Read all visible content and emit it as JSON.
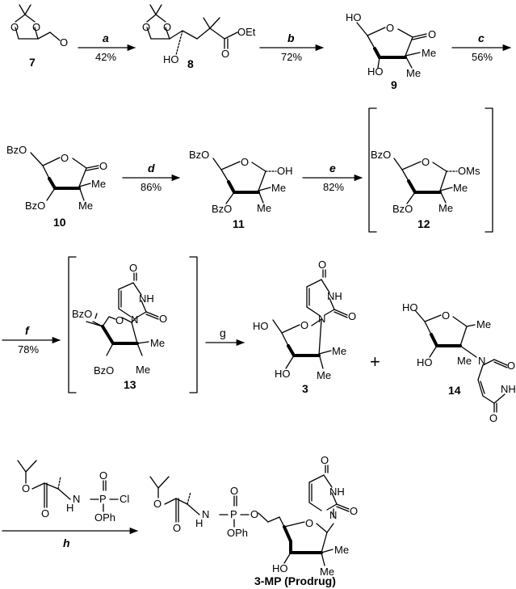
{
  "compounds": [
    {
      "id": "c7",
      "number": "7",
      "labels": [
        "O",
        "O",
        "O"
      ]
    },
    {
      "id": "c8",
      "number": "8",
      "labels": [
        "O",
        "O",
        "HO",
        "O",
        "OEt"
      ]
    },
    {
      "id": "c9",
      "number": "9",
      "labels": [
        "HO",
        "O",
        "O",
        "HO",
        "Me",
        "Me"
      ]
    },
    {
      "id": "c10",
      "number": "10",
      "labels": [
        "BzO",
        "O",
        "O",
        "BzO",
        "Me",
        "Me"
      ]
    },
    {
      "id": "c11",
      "number": "11",
      "labels": [
        "BzO",
        "O",
        "OH",
        "BzO",
        "Me",
        "Me"
      ]
    },
    {
      "id": "c12",
      "number": "12",
      "labels": [
        "BzO",
        "O",
        "OMs",
        "BzO",
        "Me",
        "Me"
      ]
    },
    {
      "id": "c13",
      "number": "13",
      "labels": [
        "O",
        "NH",
        "O",
        "N",
        "BzO",
        "O",
        "BzO",
        "Me",
        "Me"
      ]
    },
    {
      "id": "c3",
      "number": "3",
      "labels": [
        "O",
        "NH",
        "O",
        "N",
        "HO",
        "O",
        "HO",
        "Me",
        "Me"
      ]
    },
    {
      "id": "c14",
      "number": "14",
      "labels": [
        "HO",
        "O",
        "HO",
        "Me",
        "Me",
        "N",
        "O",
        "NH",
        "O"
      ]
    },
    {
      "id": "reagent-h",
      "number": "",
      "labels": [
        "O",
        "O",
        "N",
        "H",
        "P",
        "O",
        "Cl",
        "OPh"
      ]
    },
    {
      "id": "prodrug",
      "number": "3-MP (Prodrug)",
      "labels": [
        "O",
        "O",
        "N",
        "H",
        "P",
        "O",
        "O",
        "OPh",
        "O",
        "NH",
        "O",
        "N",
        "O",
        "HO",
        "Me",
        "Me"
      ]
    }
  ],
  "steps": [
    {
      "reagent": "a",
      "yield": "42%"
    },
    {
      "reagent": "b",
      "yield": "72%"
    },
    {
      "reagent": "c",
      "yield": "56%"
    },
    {
      "reagent": "d",
      "yield": "86%"
    },
    {
      "reagent": "e",
      "yield": "82%"
    },
    {
      "reagent": "f",
      "yield": "78%"
    },
    {
      "reagent": "g",
      "yield": ""
    },
    {
      "reagent": "h",
      "yield": ""
    }
  ],
  "plus_sign": "+"
}
